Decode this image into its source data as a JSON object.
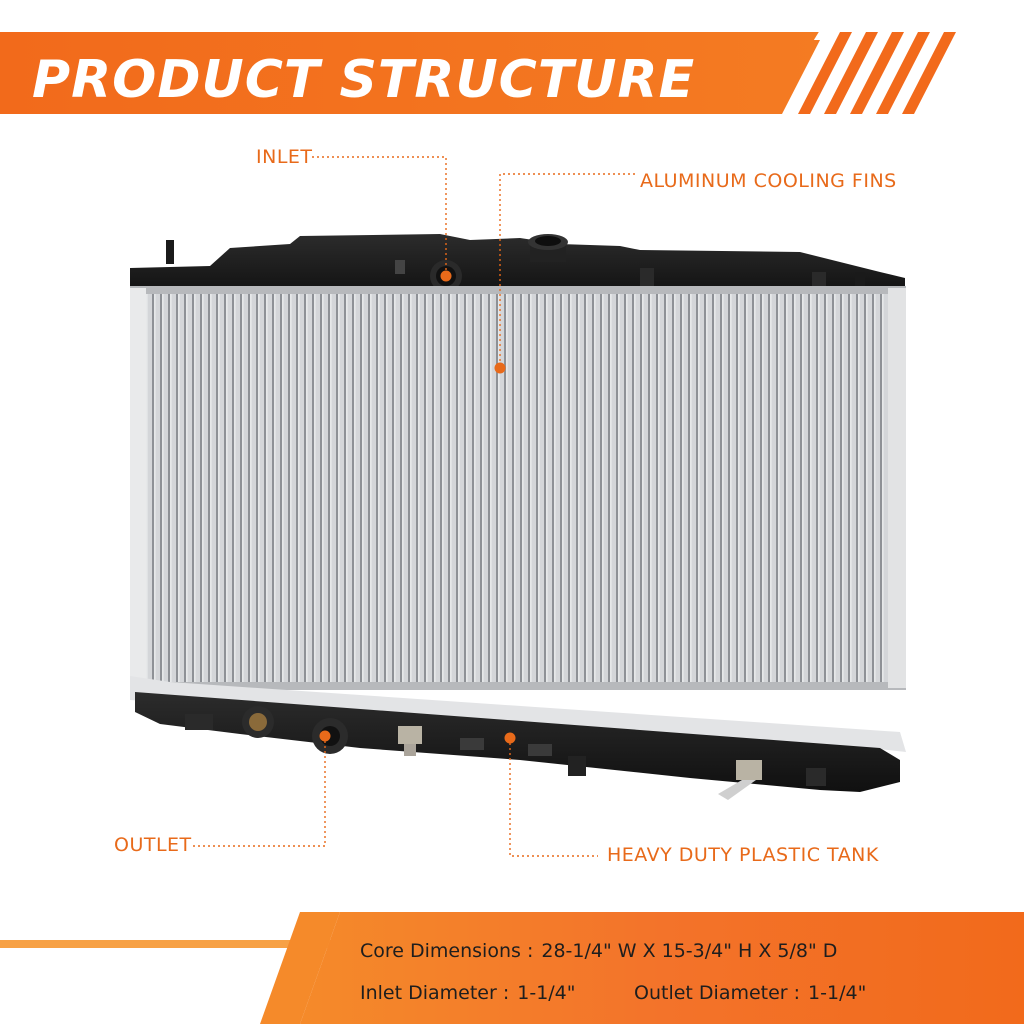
{
  "header": {
    "title": "PRODUCT STRUCTURE"
  },
  "callouts": {
    "inlet": "INLET",
    "fins": "ALUMINUM COOLING FINS",
    "outlet": "OUTLET",
    "tank": "HEAVY DUTY PLASTIC TANK"
  },
  "specs": {
    "core_label": "Core Dimensions :",
    "core_value": "28-1/4\" W X 15-3/4\" H X 5/8\" D",
    "inlet_label": "Inlet Diameter :",
    "inlet_value": "1-1/4\"",
    "outlet_label": "Outlet Diameter :",
    "outlet_value": "1-1/4\""
  },
  "colors": {
    "accent": "#f26a1b",
    "accent_light": "#f7a145",
    "tank": "#1c1c1c",
    "core": "#c9cbce"
  }
}
